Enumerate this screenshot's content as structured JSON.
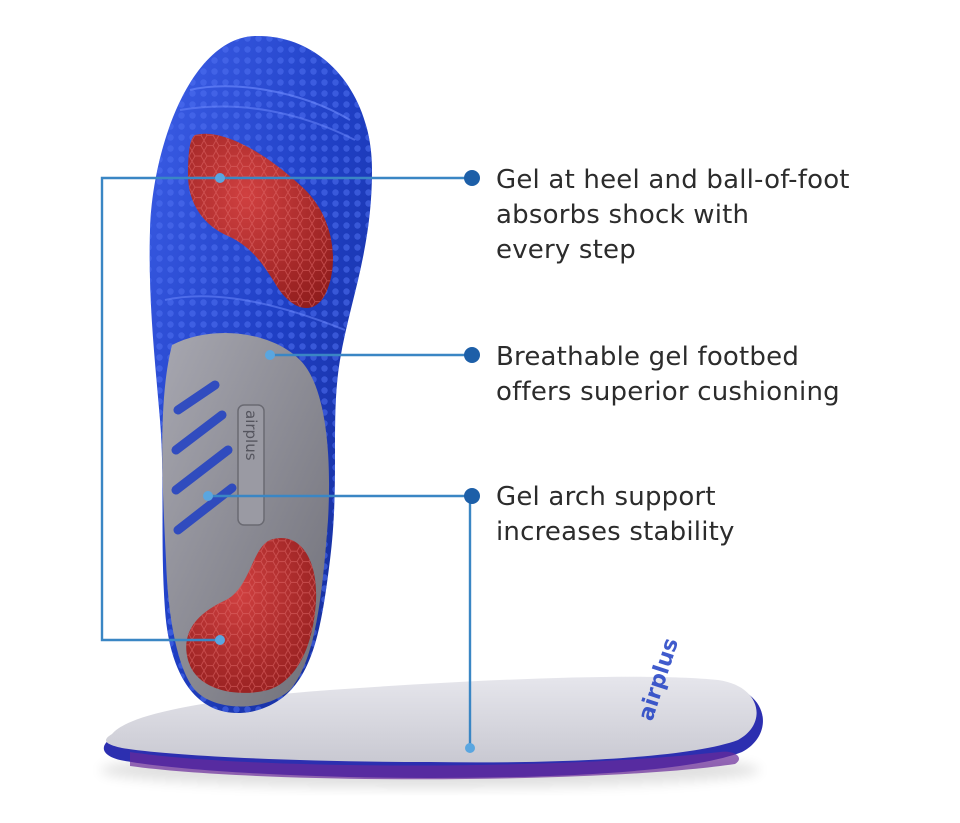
{
  "callouts": [
    {
      "line1": "Gel at heel and ball-of-foot",
      "line2": "absorbs shock with",
      "line3": "every step"
    },
    {
      "line1": "Breathable gel footbed",
      "line2": "offers superior cushioning"
    },
    {
      "line1": "Gel arch support",
      "line2": "increases stability"
    }
  ],
  "brand": "airplus",
  "colors": {
    "insole_blue": "#1f3fc4",
    "gel_red": "#b52a2a",
    "arch_gray": "#8f8f98",
    "leader_line": "#3a86c4",
    "text": "#2c2c2c"
  }
}
